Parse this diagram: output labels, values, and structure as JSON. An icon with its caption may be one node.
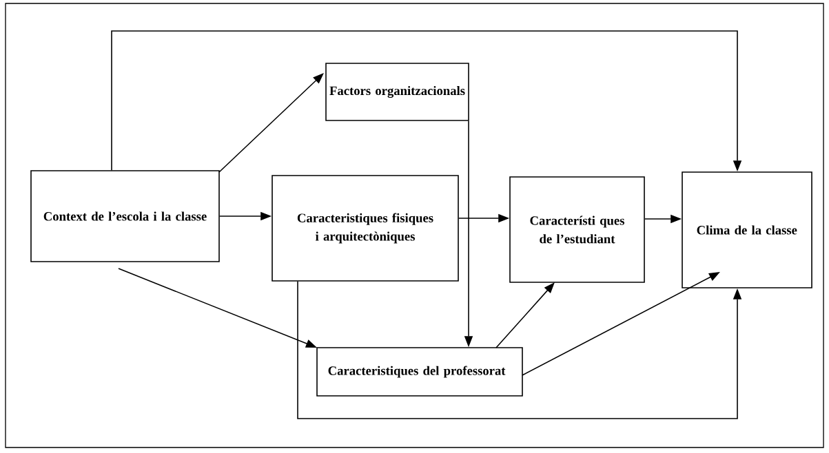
{
  "diagram": {
    "nodes": [
      {
        "text": [
          "Factors organitzacionals"
        ]
      },
      {
        "text": [
          "Context de l’escola i la classe"
        ]
      },
      {
        "text": [
          "Caracteristiques fisiques i arquitectòniques"
        ]
      },
      {
        "text": [
          "Característi ques de l’estudiant"
        ]
      },
      {
        "text": [
          "Clima de la classe"
        ]
      },
      {
        "text": [
          "Caracteristiques del professorat"
        ]
      }
    ],
    "edges": [
      {
        "from": 1,
        "to": 4,
        "arrow": "to"
      },
      {
        "from": 1,
        "to": 0,
        "arrow": "to"
      },
      {
        "from": 1,
        "to": 2,
        "arrow": "to"
      },
      {
        "from": 1,
        "to": 5,
        "arrow": "to"
      },
      {
        "from": 0,
        "to": 5,
        "arrow": "to"
      },
      {
        "from": 2,
        "to": 3,
        "arrow": "to"
      },
      {
        "from": 3,
        "to": 4,
        "arrow": "to"
      },
      {
        "from": 5,
        "to": 3,
        "arrow": "to"
      },
      {
        "from": 5,
        "to": 4,
        "arrow": "to"
      },
      {
        "from": 2,
        "to": 4,
        "arrow": "to"
      }
    ]
  }
}
